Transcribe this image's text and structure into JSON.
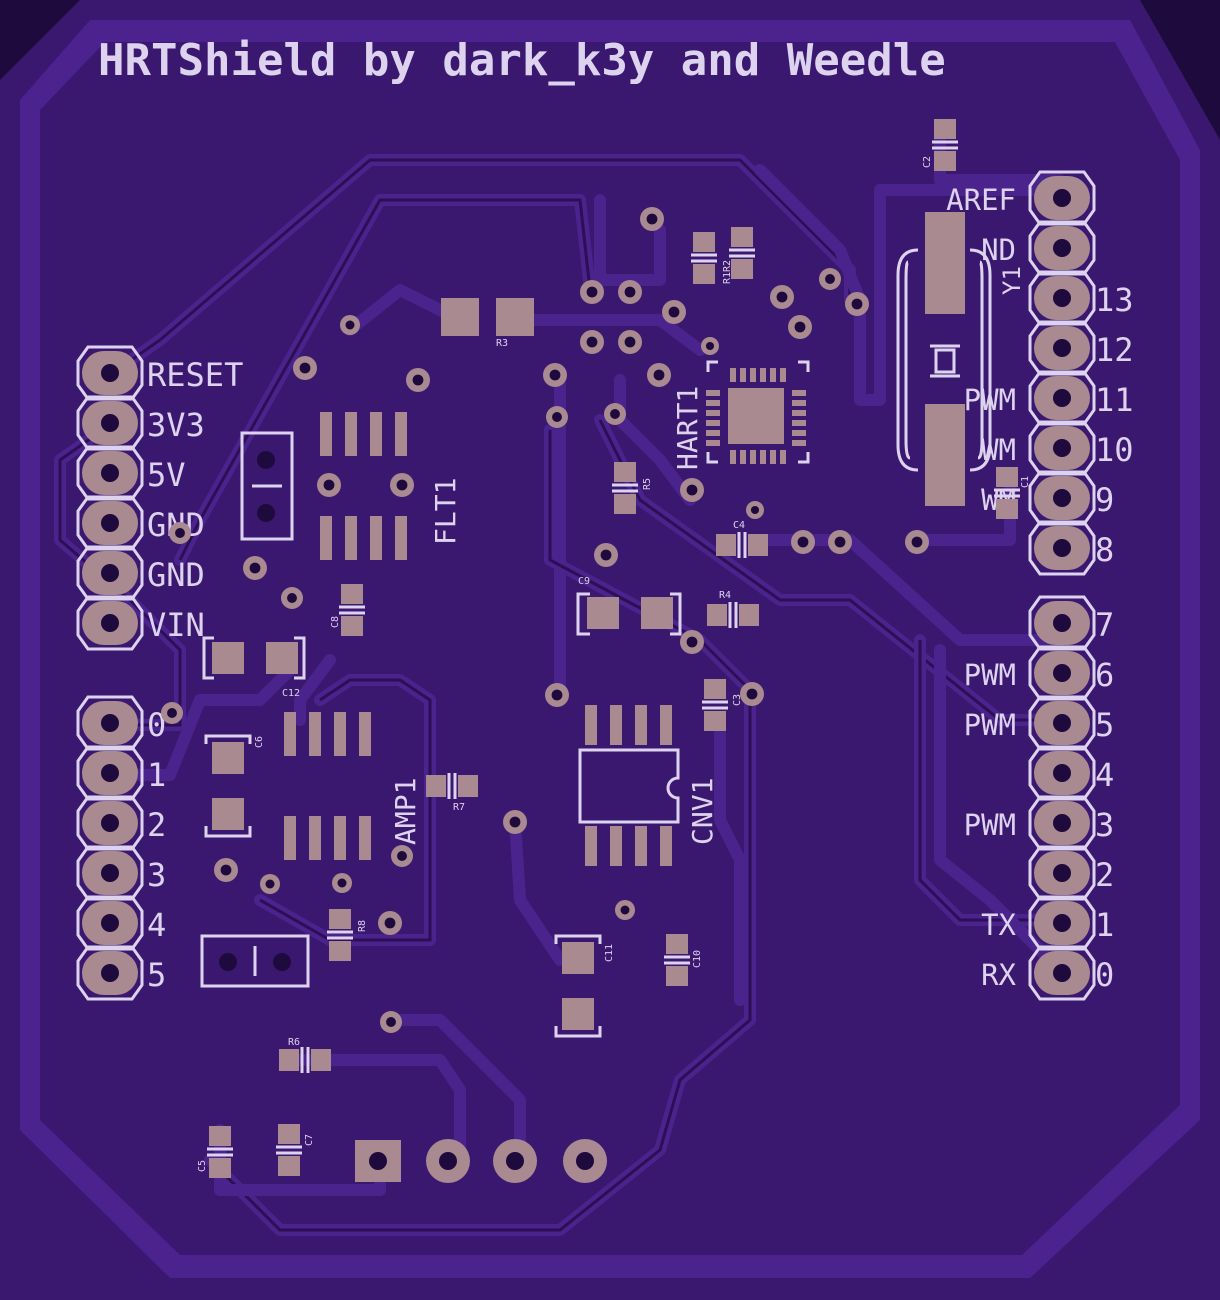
{
  "title": "HRTShield by dark_k3y and Weedle",
  "colors": {
    "board": "#3b1870",
    "copper": "#4b228e",
    "pad": "#a88a90",
    "silkscreen": "#ddd3ee",
    "background": "#1e0a3d"
  },
  "power_header": [
    "RESET",
    "3V3",
    "5V",
    "GND",
    "GND",
    "VIN"
  ],
  "analog_header": [
    "0",
    "1",
    "2",
    "3",
    "4",
    "5"
  ],
  "digital_header_top": {
    "left_labels": [
      "AREF",
      "ND",
      "",
      "",
      "PWM",
      "WM",
      "WM",
      ""
    ],
    "numbers": [
      "",
      "",
      "13",
      "12",
      "11",
      "10",
      "9",
      "8"
    ]
  },
  "digital_header_bottom": {
    "left_labels": [
      "",
      "PWM",
      "PWM",
      "",
      "PWM",
      "",
      "TX",
      "RX"
    ],
    "numbers": [
      "7",
      "6",
      "5",
      "4",
      "3",
      "2",
      "1",
      "0"
    ]
  },
  "components": {
    "flt1": "FLT1",
    "amp1": "AMP1",
    "cnv1": "CNV1",
    "hart1": "HART1",
    "y1": "Y1",
    "r3": "R3",
    "r4": "R4",
    "r5": "R5",
    "r6": "R6",
    "r7": "R7",
    "r8": "R8",
    "r1r2": "R1R2",
    "c1": "C1",
    "c2": "C2",
    "c3": "C3",
    "c4": "C4",
    "c5": "C5",
    "c6": "C6",
    "c7": "C7",
    "c8": "C8",
    "c9": "C9",
    "c10": "C10",
    "c11": "C11",
    "c12": "C12"
  }
}
